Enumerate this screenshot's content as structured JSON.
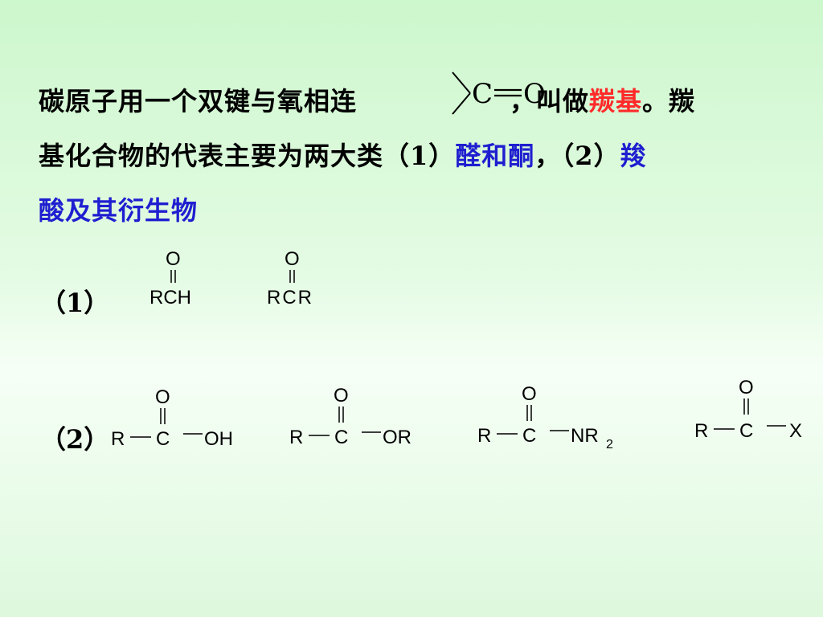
{
  "text": {
    "line1_pre": "碳原子用一个双键与氧相连",
    "line1_comma": "，叫做",
    "line1_red": "羰基",
    "line1_post": "。羰",
    "line2_pre": "基化合物的代表主要为两大类（1）",
    "line2_blue": "醛和酮",
    "line2_mid": "，（2）",
    "line2_blue2": "羧",
    "line3_blue": "酸及其衍生物"
  },
  "carbonyl": {
    "c": "C",
    "o": "O"
  },
  "group1": {
    "label": "（1）",
    "aldehyde": {
      "top": "O",
      "bottom": "RCH"
    },
    "ketone": {
      "top": "O",
      "bottom": "RCR"
    }
  },
  "group2": {
    "label": "（2）",
    "acid": {
      "r": "R",
      "c": "C",
      "o": "O",
      "sub": "OH"
    },
    "ester": {
      "r": "R",
      "c": "C",
      "o": "O",
      "sub": "OR"
    },
    "amide": {
      "r": "R",
      "c": "C",
      "o": "O",
      "sub": "NR",
      "subscript": "2"
    },
    "halide": {
      "r": "R",
      "c": "C",
      "o": "O",
      "sub": "X"
    }
  },
  "colors": {
    "highlight_red": "#ff2a2a",
    "highlight_blue": "#1f1fd0"
  }
}
